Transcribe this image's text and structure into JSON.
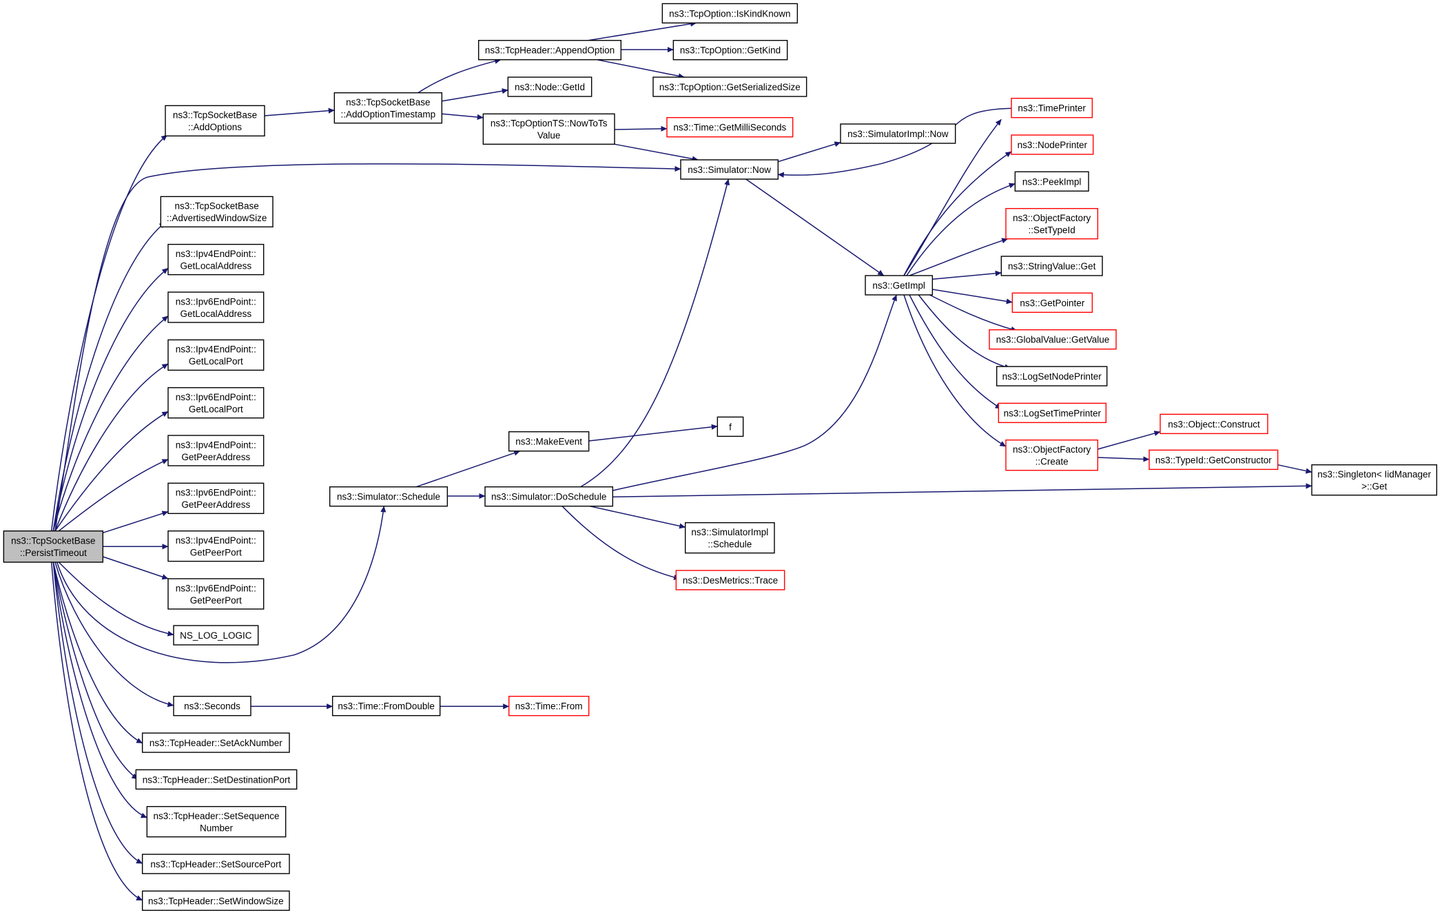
{
  "colors": {
    "edge": "#191970",
    "node_border": "#000000",
    "node_border_incomplete": "#ff0000",
    "root_fill": "#bfbfbf",
    "node_fill": "#ffffff"
  },
  "nodes": [
    {
      "id": "root",
      "lines": [
        "ns3::TcpSocketBase",
        "::PersistTimeout"
      ],
      "style": "root"
    },
    {
      "id": "addOptions",
      "lines": [
        "ns3::TcpSocketBase",
        "::AddOptions"
      ],
      "style": "normal"
    },
    {
      "id": "advWin",
      "lines": [
        "ns3::TcpSocketBase",
        "::AdvertisedWindowSize"
      ],
      "style": "normal"
    },
    {
      "id": "ipv4LocalAddr",
      "lines": [
        "ns3::Ipv4EndPoint::",
        "GetLocalAddress"
      ],
      "style": "normal"
    },
    {
      "id": "ipv6LocalAddr",
      "lines": [
        "ns3::Ipv6EndPoint::",
        "GetLocalAddress"
      ],
      "style": "normal"
    },
    {
      "id": "ipv4LocalPort",
      "lines": [
        "ns3::Ipv4EndPoint::",
        "GetLocalPort"
      ],
      "style": "normal"
    },
    {
      "id": "ipv6LocalPort",
      "lines": [
        "ns3::Ipv6EndPoint::",
        "GetLocalPort"
      ],
      "style": "normal"
    },
    {
      "id": "ipv4PeerAddr",
      "lines": [
        "ns3::Ipv4EndPoint::",
        "GetPeerAddress"
      ],
      "style": "normal"
    },
    {
      "id": "ipv6PeerAddr",
      "lines": [
        "ns3::Ipv6EndPoint::",
        "GetPeerAddress"
      ],
      "style": "normal"
    },
    {
      "id": "ipv4PeerPort",
      "lines": [
        "ns3::Ipv4EndPoint::",
        "GetPeerPort"
      ],
      "style": "normal"
    },
    {
      "id": "ipv6PeerPort",
      "lines": [
        "ns3::Ipv6EndPoint::",
        "GetPeerPort"
      ],
      "style": "normal"
    },
    {
      "id": "nsLogLogic",
      "lines": [
        "NS_LOG_LOGIC"
      ],
      "style": "normal"
    },
    {
      "id": "seconds",
      "lines": [
        "ns3::Seconds"
      ],
      "style": "normal"
    },
    {
      "id": "setAck",
      "lines": [
        "ns3::TcpHeader::SetAckNumber"
      ],
      "style": "normal"
    },
    {
      "id": "setDestPort",
      "lines": [
        "ns3::TcpHeader::SetDestinationPort"
      ],
      "style": "normal"
    },
    {
      "id": "setSeq",
      "lines": [
        "ns3::TcpHeader::SetSequence",
        "Number"
      ],
      "style": "normal"
    },
    {
      "id": "setSrcPort",
      "lines": [
        "ns3::TcpHeader::SetSourcePort"
      ],
      "style": "normal"
    },
    {
      "id": "setWinSize",
      "lines": [
        "ns3::TcpHeader::SetWindowSize"
      ],
      "style": "normal"
    },
    {
      "id": "addOptTs",
      "lines": [
        "ns3::TcpSocketBase",
        "::AddOptionTimestamp"
      ],
      "style": "normal"
    },
    {
      "id": "schedule",
      "lines": [
        "ns3::Simulator::Schedule"
      ],
      "style": "normal"
    },
    {
      "id": "fromDouble",
      "lines": [
        "ns3::Time::FromDouble"
      ],
      "style": "normal"
    },
    {
      "id": "appendOption",
      "lines": [
        "ns3::TcpHeader::AppendOption"
      ],
      "style": "normal"
    },
    {
      "id": "nodeGetId",
      "lines": [
        "ns3::Node::GetId"
      ],
      "style": "normal"
    },
    {
      "id": "nowToTs",
      "lines": [
        "ns3::TcpOptionTS::NowToTs",
        "Value"
      ],
      "style": "normal"
    },
    {
      "id": "makeEvent",
      "lines": [
        "ns3::MakeEvent"
      ],
      "style": "normal"
    },
    {
      "id": "doSchedule",
      "lines": [
        "ns3::Simulator::DoSchedule"
      ],
      "style": "normal"
    },
    {
      "id": "timeFrom",
      "lines": [
        "ns3::Time::From"
      ],
      "style": "incomplete"
    },
    {
      "id": "isKindKnown",
      "lines": [
        "ns3::TcpOption::IsKindKnown"
      ],
      "style": "normal"
    },
    {
      "id": "getKind",
      "lines": [
        "ns3::TcpOption::GetKind"
      ],
      "style": "normal"
    },
    {
      "id": "getSerSize",
      "lines": [
        "ns3::TcpOption::GetSerializedSize"
      ],
      "style": "normal"
    },
    {
      "id": "getMilli",
      "lines": [
        "ns3::Time::GetMilliSeconds"
      ],
      "style": "incomplete"
    },
    {
      "id": "simNow",
      "lines": [
        "ns3::Simulator::Now"
      ],
      "style": "normal"
    },
    {
      "id": "f",
      "lines": [
        "f"
      ],
      "style": "normal"
    },
    {
      "id": "implSchedule",
      "lines": [
        "ns3::SimulatorImpl",
        "::Schedule"
      ],
      "style": "normal"
    },
    {
      "id": "desTrace",
      "lines": [
        "ns3::DesMetrics::Trace"
      ],
      "style": "incomplete"
    },
    {
      "id": "implNow",
      "lines": [
        "ns3::SimulatorImpl::Now"
      ],
      "style": "normal"
    },
    {
      "id": "getImpl",
      "lines": [
        "ns3::GetImpl"
      ],
      "style": "normal"
    },
    {
      "id": "timePrinter",
      "lines": [
        "ns3::TimePrinter"
      ],
      "style": "incomplete"
    },
    {
      "id": "nodePrinter",
      "lines": [
        "ns3::NodePrinter"
      ],
      "style": "incomplete"
    },
    {
      "id": "peekImpl",
      "lines": [
        "ns3::PeekImpl"
      ],
      "style": "normal"
    },
    {
      "id": "ofSetTypeId",
      "lines": [
        "ns3::ObjectFactory",
        "::SetTypeId"
      ],
      "style": "incomplete"
    },
    {
      "id": "strGet",
      "lines": [
        "ns3::StringValue::Get"
      ],
      "style": "normal"
    },
    {
      "id": "getPointer",
      "lines": [
        "ns3::GetPointer"
      ],
      "style": "incomplete"
    },
    {
      "id": "gvGetValue",
      "lines": [
        "ns3::GlobalValue::GetValue"
      ],
      "style": "incomplete"
    },
    {
      "id": "logSetNode",
      "lines": [
        "ns3::LogSetNodePrinter"
      ],
      "style": "normal"
    },
    {
      "id": "logSetTime",
      "lines": [
        "ns3::LogSetTimePrinter"
      ],
      "style": "incomplete"
    },
    {
      "id": "ofCreate",
      "lines": [
        "ns3::ObjectFactory",
        "::Create"
      ],
      "style": "incomplete"
    },
    {
      "id": "objConstruct",
      "lines": [
        "ns3::Object::Construct"
      ],
      "style": "incomplete"
    },
    {
      "id": "getConstructor",
      "lines": [
        "ns3::TypeId::GetConstructor"
      ],
      "style": "incomplete"
    },
    {
      "id": "singletonGet",
      "lines": [
        "ns3::Singleton< IidManager",
        " >::Get"
      ],
      "style": "normal"
    }
  ],
  "edges": [
    [
      "root",
      "addOptions"
    ],
    [
      "root",
      "advWin"
    ],
    [
      "root",
      "ipv4LocalAddr"
    ],
    [
      "root",
      "ipv6LocalAddr"
    ],
    [
      "root",
      "ipv4LocalPort"
    ],
    [
      "root",
      "ipv6LocalPort"
    ],
    [
      "root",
      "ipv4PeerAddr"
    ],
    [
      "root",
      "ipv6PeerAddr"
    ],
    [
      "root",
      "ipv4PeerPort"
    ],
    [
      "root",
      "ipv6PeerPort"
    ],
    [
      "root",
      "nsLogLogic"
    ],
    [
      "root",
      "seconds"
    ],
    [
      "root",
      "setAck"
    ],
    [
      "root",
      "setDestPort"
    ],
    [
      "root",
      "setSeq"
    ],
    [
      "root",
      "setSrcPort"
    ],
    [
      "root",
      "setWinSize"
    ],
    [
      "root",
      "simNow"
    ],
    [
      "root",
      "schedule"
    ],
    [
      "addOptions",
      "addOptTs"
    ],
    [
      "addOptTs",
      "appendOption"
    ],
    [
      "addOptTs",
      "nodeGetId"
    ],
    [
      "addOptTs",
      "nowToTs"
    ],
    [
      "appendOption",
      "isKindKnown"
    ],
    [
      "appendOption",
      "getKind"
    ],
    [
      "appendOption",
      "getSerSize"
    ],
    [
      "nowToTs",
      "getMilli"
    ],
    [
      "nowToTs",
      "simNow"
    ],
    [
      "simNow",
      "implNow"
    ],
    [
      "simNow",
      "getImpl"
    ],
    [
      "schedule",
      "makeEvent"
    ],
    [
      "schedule",
      "doSchedule"
    ],
    [
      "makeEvent",
      "f"
    ],
    [
      "doSchedule",
      "simNow"
    ],
    [
      "doSchedule",
      "getImpl"
    ],
    [
      "doSchedule",
      "implSchedule"
    ],
    [
      "doSchedule",
      "desTrace"
    ],
    [
      "doSchedule",
      "singletonGet"
    ],
    [
      "seconds",
      "fromDouble"
    ],
    [
      "fromDouble",
      "timeFrom"
    ],
    [
      "getImpl",
      "timePrinter"
    ],
    [
      "getImpl",
      "nodePrinter"
    ],
    [
      "getImpl",
      "peekImpl"
    ],
    [
      "getImpl",
      "ofSetTypeId"
    ],
    [
      "getImpl",
      "strGet"
    ],
    [
      "getImpl",
      "getPointer"
    ],
    [
      "getImpl",
      "gvGetValue"
    ],
    [
      "getImpl",
      "logSetNode"
    ],
    [
      "getImpl",
      "logSetTime"
    ],
    [
      "getImpl",
      "ofCreate"
    ],
    [
      "timePrinter",
      "simNow"
    ],
    [
      "ofCreate",
      "objConstruct"
    ],
    [
      "ofCreate",
      "getConstructor"
    ],
    [
      "getConstructor",
      "singletonGet"
    ]
  ]
}
